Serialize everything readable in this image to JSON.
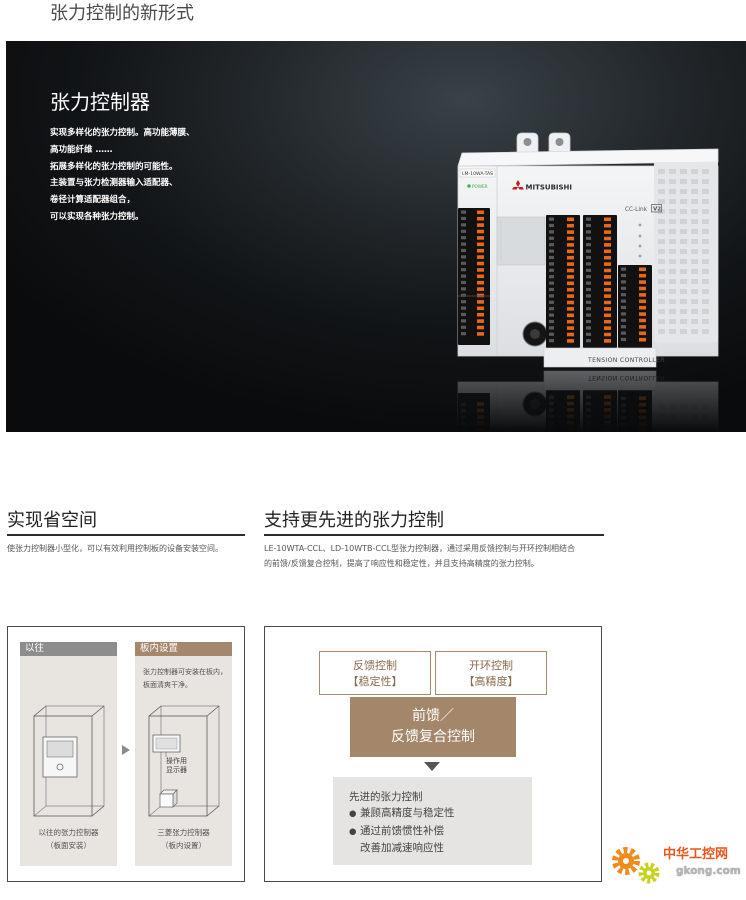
{
  "page": {
    "heading": "张力控制的新形式"
  },
  "banner": {
    "title": "张力控制器",
    "lines": [
      "实现多样化的张力控制。高功能薄膜、",
      "高功能纤维 ……",
      "拓展多样化的张力控制的可能性。",
      "主装置与张力检测器输入适配器、",
      "卷径计算适配器组合，",
      "可以实现各种张力控制。"
    ]
  },
  "product": {
    "model_label": "LM-10WA-TAS",
    "power_label": "POWER",
    "brand": "MITSUBISHI",
    "network": "CC-Link",
    "network_version": "V2",
    "name": "TENSION CONTROLLER"
  },
  "sections": {
    "space_saving": {
      "title": "实现省空间",
      "desc": [
        "使张力控制器小型化，可以有效利用控制板的设备安装空间。"
      ]
    },
    "advanced": {
      "title": "支持更先进的张力控制",
      "desc": [
        "LE-10WTA-CCL、LD-10WTB-CCL型张力控制器，通过采用反馈控制与开环控制相结合",
        "的前馈/反馈复合控制，提高了响应性和稳定性，并且支持高精度的张力控制。"
      ]
    }
  },
  "comparison": {
    "before": {
      "header": "以往",
      "caption": [
        "以往的张力控制器",
        "（板面安装）"
      ]
    },
    "after": {
      "header": "板内设置",
      "note": [
        "张力控制器可安装在板内，",
        "板面清爽干净。"
      ],
      "display_label": [
        "操作用",
        "显示器"
      ],
      "caption": [
        "三菱张力控制器",
        "（板内设置）"
      ]
    }
  },
  "diagram": {
    "feedback": {
      "title": "反馈控制",
      "attr": "【稳定性】"
    },
    "open_loop": {
      "title": "开环控制",
      "attr": "【高精度】"
    },
    "combined": [
      "前馈／",
      "反馈复合控制"
    ],
    "result": {
      "title": "先进的张力控制",
      "bullet_symbol": "●",
      "bullets": [
        "兼顾高精度与稳定性",
        "通过前馈惯性补偿"
      ],
      "continuation": "改善加减速响应性"
    }
  },
  "watermark": {
    "name": "中华工控网",
    "domain": "gkong.com"
  },
  "icons": {
    "comparison_arrow": "arrow-right-icon",
    "diagram_arrow": "arrow-down-icon",
    "watermark_logo": "gear-icon"
  },
  "colors": {
    "banner_dark": "#0a0b0c",
    "accent_brown": "#a4876b",
    "header_gray": "#8d8d8d",
    "panel_bg": "#e8e4e0",
    "terminal_orange": "#e8681a",
    "watermark_orange": "#e9561b"
  }
}
